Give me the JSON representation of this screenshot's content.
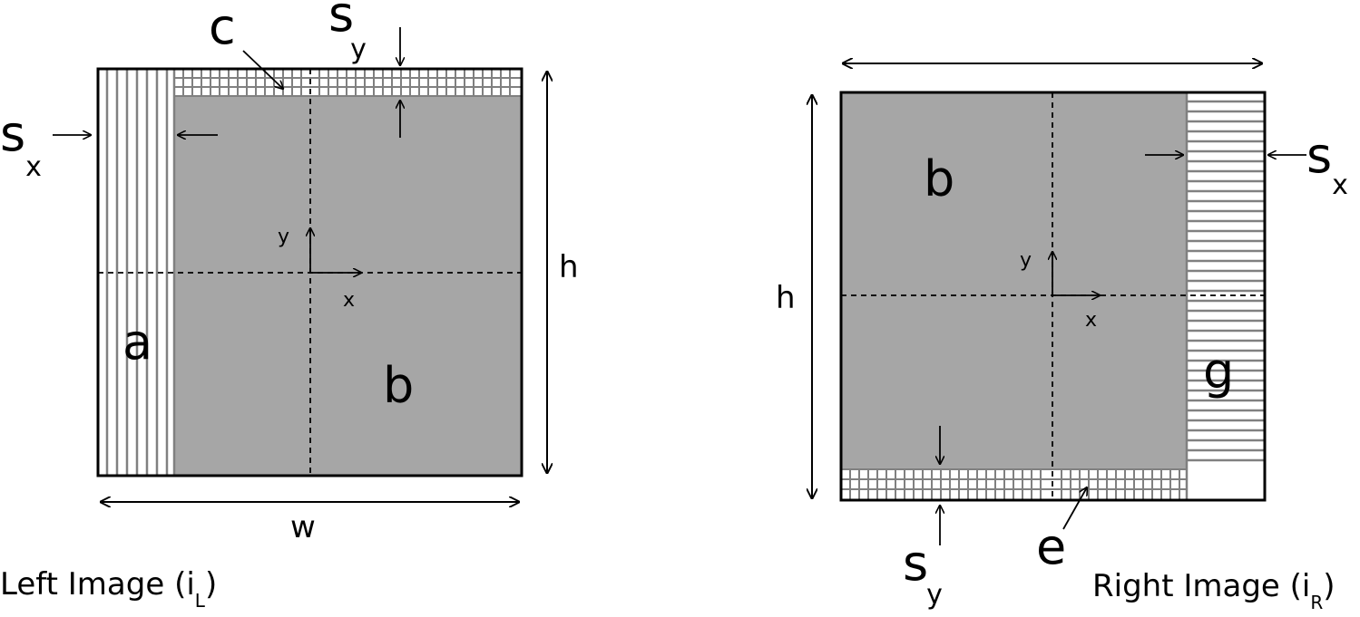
{
  "left": {
    "caption": "Left Image  (i",
    "caption_sub": "L",
    "caption_close": ")",
    "region_a": "a",
    "region_b": "b",
    "region_c": "c",
    "sx_main": "s",
    "sx_sub": "x",
    "sy_main": "s",
    "sy_sub": "y",
    "width_label": "w",
    "height_label": "h",
    "axis_x": "x",
    "axis_y": "y"
  },
  "right": {
    "caption": "Right Image  (i",
    "caption_sub": "R",
    "caption_close": ")",
    "region_b": "b",
    "region_g": "g",
    "region_e": "e",
    "sx_main": "s",
    "sx_sub": "x",
    "sy_main": "s",
    "sy_sub": "y",
    "height_label": "h",
    "axis_x": "x",
    "axis_y": "y"
  },
  "colors": {
    "gray_fill": "#a6a6a6",
    "hatch_line": "#808080",
    "outline": "#000000"
  }
}
